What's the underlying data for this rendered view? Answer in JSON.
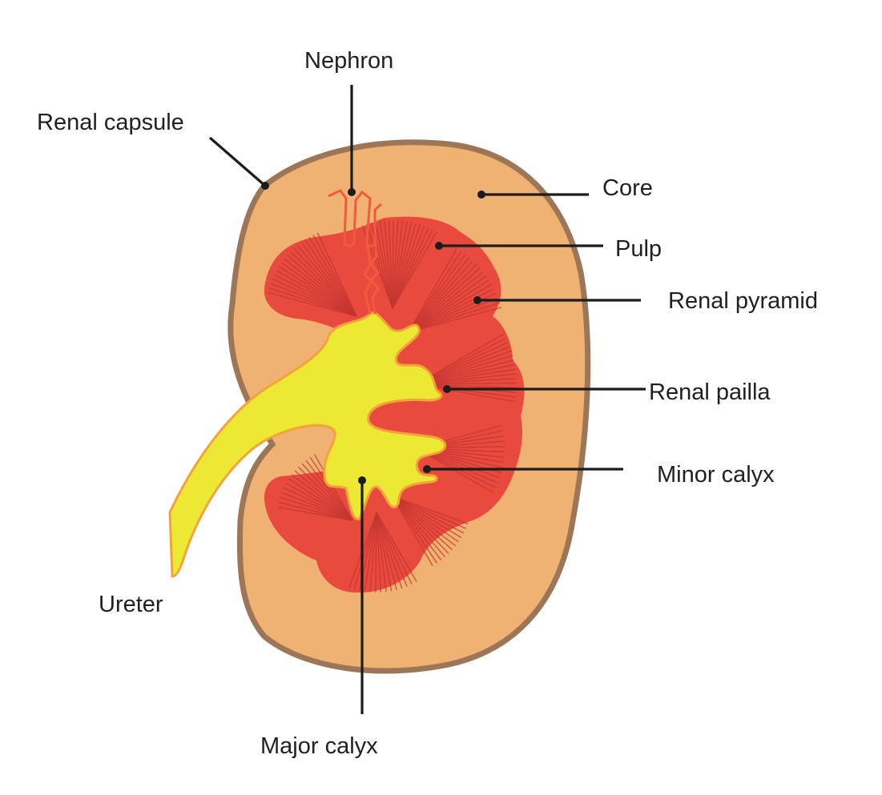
{
  "diagram": {
    "labels": {
      "nephron": "Nephron",
      "renal_capsule": "Renal capsule",
      "core": "Core",
      "pulp": "Pulp",
      "renal_pyramid": "Renal pyramid",
      "renal_pailla": "Renal pailla",
      "minor_calyx": "Minor calyx",
      "ureter": "Ureter",
      "major_calyx": "Major calyx"
    },
    "colors": {
      "capsule": "#9c7656",
      "cortex": "#f0b272",
      "medulla": "#e84a3e",
      "pyramid_striation": "#c2352f",
      "pelvis": "#ece834",
      "pelvis_outline": "#f2a33a",
      "nephron": "#f25a3f",
      "leader_line": "#1c1c1c"
    }
  }
}
